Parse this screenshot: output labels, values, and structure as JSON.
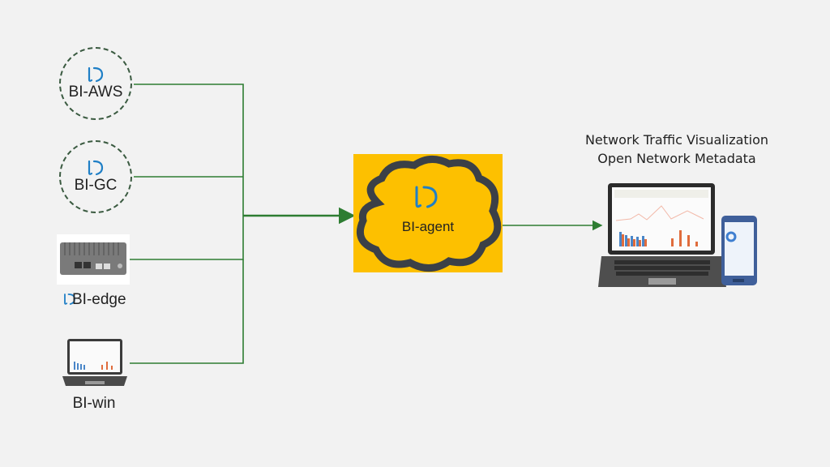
{
  "diagram": {
    "nodes": [
      {
        "id": "bi-aws",
        "label": "BI-AWS",
        "kind": "cloud-service"
      },
      {
        "id": "bi-gc",
        "label": "BI-GC",
        "kind": "cloud-service"
      },
      {
        "id": "bi-edge",
        "label": "BI-edge",
        "kind": "edge-appliance"
      },
      {
        "id": "bi-win",
        "label": "BI-win",
        "kind": "windows-laptop"
      }
    ],
    "agent": {
      "label": "BI-agent"
    },
    "output": {
      "title_line1": "Network Traffic Visualization",
      "title_line2": "Open Network Metadata"
    },
    "edges": [
      {
        "from": "bi-aws",
        "to": "BI-agent"
      },
      {
        "from": "bi-gc",
        "to": "BI-agent"
      },
      {
        "from": "bi-edge",
        "to": "BI-agent"
      },
      {
        "from": "bi-win",
        "to": "BI-agent"
      },
      {
        "from": "BI-agent",
        "to": "dashboard"
      }
    ],
    "colors": {
      "background": "#f2f2f2",
      "connector": "#2e7d32",
      "agent_box": "#fdc000",
      "cloud_outline": "#3b4047",
      "logo": "#1f7fc6"
    }
  }
}
